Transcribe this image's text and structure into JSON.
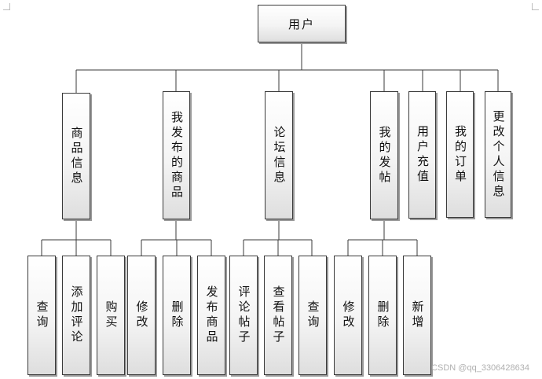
{
  "diagram": {
    "root": "用户",
    "level1": [
      {
        "id": "goods",
        "label": "商品信息",
        "children": [
          "查询",
          "添加评论",
          "购买"
        ]
      },
      {
        "id": "mygoods",
        "label": "我发布的商品",
        "children": [
          "修改",
          "删除",
          "发布商品"
        ]
      },
      {
        "id": "forum",
        "label": "论坛信息",
        "children": [
          "评论帖子",
          "查看帖子",
          "查询"
        ]
      },
      {
        "id": "myposts",
        "label": "我的发帖",
        "children": [
          "修改",
          "删除",
          "新增"
        ]
      },
      {
        "id": "recharge",
        "label": "用户充值",
        "children": []
      },
      {
        "id": "orders",
        "label": "我的订单",
        "children": []
      },
      {
        "id": "profile",
        "label": "更改个人信息",
        "children": []
      }
    ]
  },
  "watermark": "CSDN @qq_3306428634",
  "colors": {
    "border": "#3a3a3a",
    "line": "#3a3a3a",
    "shadow": "#9a9a9a"
  }
}
